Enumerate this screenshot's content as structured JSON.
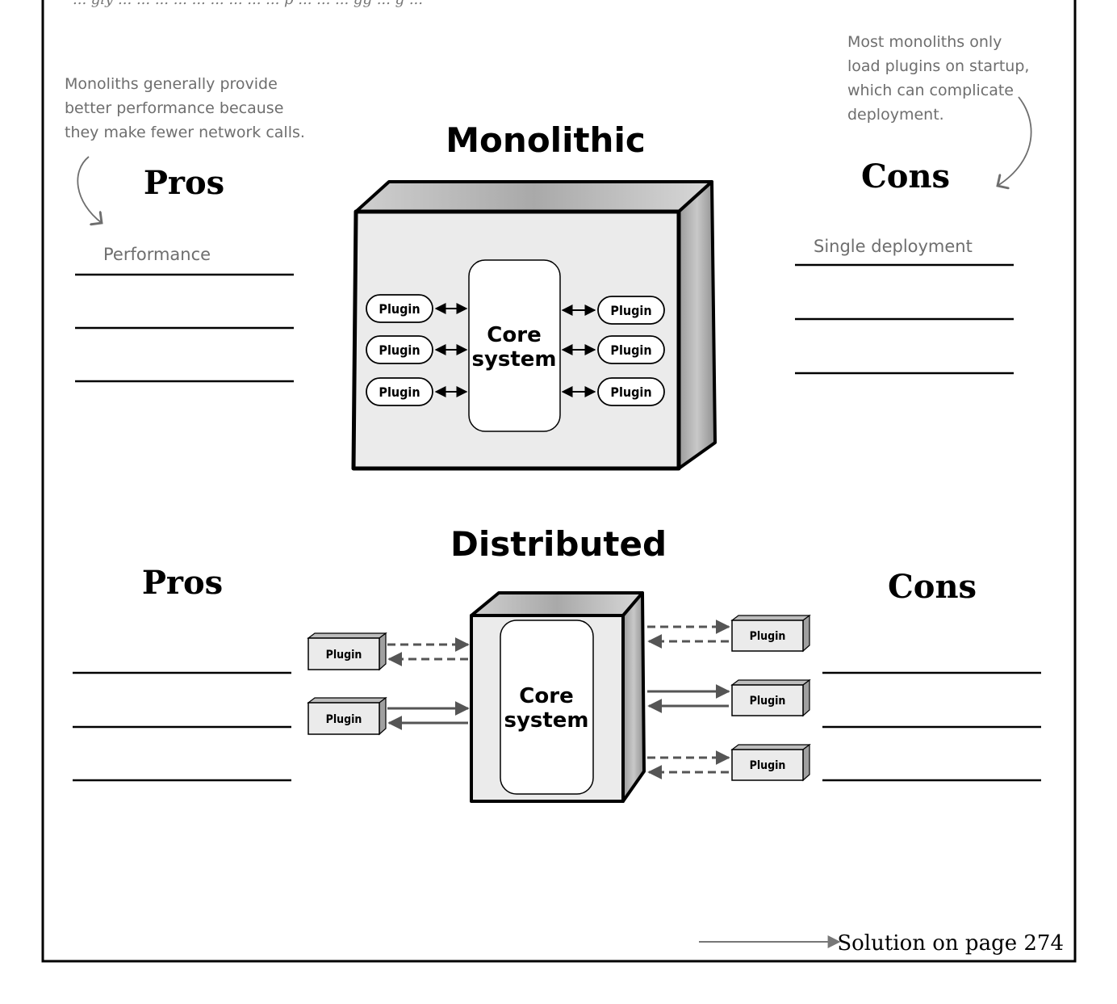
{
  "top_cut_text": "... gly ... ... ... ... ... ... ... ... ... p ... ... ... gg ... g ...",
  "monolithic": {
    "title": "Monolithic",
    "core_line1": "Core",
    "core_line2": "system",
    "plugin_label": "Plugin",
    "pros_heading": "Pros",
    "cons_heading": "Cons",
    "pros_items": [
      "Performance",
      "",
      ""
    ],
    "cons_items": [
      "Single deployment",
      "",
      ""
    ],
    "note_left": [
      "Monoliths generally provide",
      "better performance because",
      "they make fewer network calls."
    ],
    "note_right": [
      "Most monoliths only",
      "load plugins on startup,",
      "which can complicate",
      "deployment."
    ]
  },
  "distributed": {
    "title": "Distributed",
    "core_line1": "Core",
    "core_line2": "system",
    "plugin_label": "Plugin",
    "pros_heading": "Pros",
    "cons_heading": "Cons",
    "pros_items": [
      "",
      "",
      ""
    ],
    "cons_items": [
      "",
      "",
      ""
    ]
  },
  "footer": {
    "solution_text": "Solution on page 274"
  },
  "colors": {
    "annotation": "#6e6e6e",
    "box_fill": "#ebebeb",
    "line": "#000000",
    "dashed_arrow": "#555555"
  }
}
